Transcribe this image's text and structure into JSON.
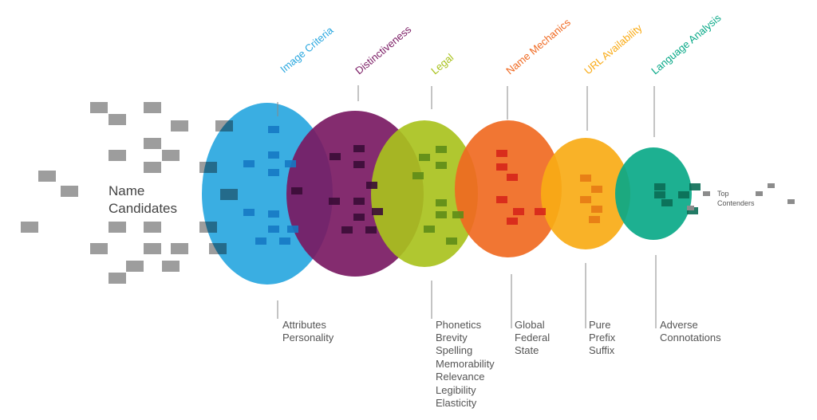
{
  "input_label_lines": [
    "Name",
    "Candidates"
  ],
  "output_label_lines": [
    "Top",
    "Contenders"
  ],
  "stages": [
    {
      "name": "Image Criteria",
      "color": "#29a7df",
      "details": [
        "Attributes",
        "Personality"
      ]
    },
    {
      "name": "Distinctiveness",
      "color": "#7a1a63",
      "details": []
    },
    {
      "name": "Legal",
      "color": "#a9c21e",
      "details": [
        "Phonetics",
        "Brevity",
        "Spelling",
        "Memorability",
        "Relevance",
        "Legibility",
        "Elasticity"
      ]
    },
    {
      "name": "Name Mechanics",
      "color": "#f06a22",
      "details": [
        "Global",
        "Federal",
        "State"
      ]
    },
    {
      "name": "URL Availability",
      "color": "#f9ab16",
      "details": [
        "Pure",
        "Prefix",
        "Suffix"
      ]
    },
    {
      "name": "Language Analysis",
      "color": "#0aa988",
      "details": [
        "Adverse",
        "Connotations"
      ]
    }
  ],
  "candidate_color": "#8c8c8c"
}
